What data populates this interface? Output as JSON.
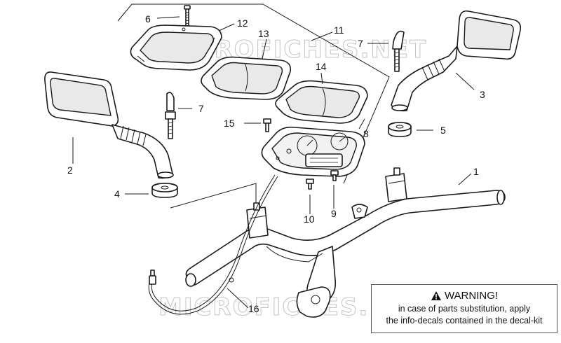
{
  "watermark": {
    "text_top": "MICROFICHES.NET",
    "text_bottom": "MICROFICHES.NET"
  },
  "callouts": {
    "c1": "1",
    "c2": "2",
    "c3": "3",
    "c4": "4",
    "c5": "5",
    "c6": "6",
    "c7a": "7",
    "c7b": "7",
    "c8": "8",
    "c9": "9",
    "c10": "10",
    "c11": "11",
    "c12": "12",
    "c13": "13",
    "c14": "14",
    "c15": "15",
    "c16": "16"
  },
  "warning": {
    "icon": "warning-triangle-icon",
    "title": "WARNING!",
    "line1": "in case of parts substitution, apply",
    "line2": "the info-decals contained in the decal-kit"
  }
}
